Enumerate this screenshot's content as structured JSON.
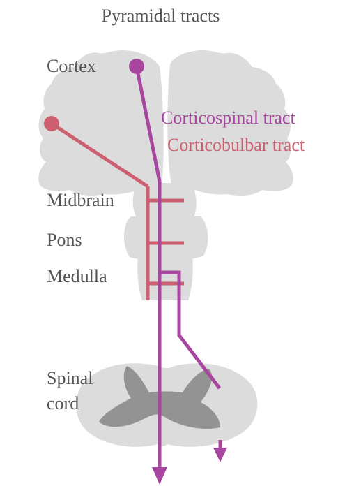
{
  "title": "Pyramidal tracts",
  "labels": {
    "cortex": "Cortex",
    "midbrain": "Midbrain",
    "pons": "Pons",
    "medulla": "Medulla",
    "spinal_cord_line1": "Spinal",
    "spinal_cord_line2": "cord"
  },
  "tracts": {
    "corticospinal": "Corticospinal tract",
    "corticobulbar": "Corticobulbar tract"
  },
  "colors": {
    "corticospinal": "#a8469f",
    "corticobulbar": "#cc6070",
    "brain_tissue": "#dcdcdc",
    "grey_matter": "#939393",
    "label_text": "#555555"
  }
}
